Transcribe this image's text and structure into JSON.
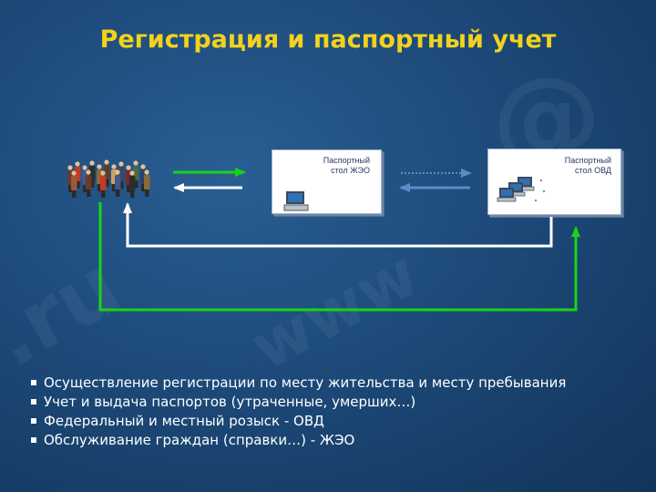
{
  "slide": {
    "title": "Регистрация и паспортный учет",
    "zhek_box": {
      "label_line1": "Паспортный",
      "label_line2": "стол ЖЭО"
    },
    "ovd_box": {
      "label_line1": "Паспортный",
      "label_line2": "стол ОВД"
    },
    "bullets": [
      "Осуществление регистрации по месту жительства и месту пребывания",
      "Учет и выдача паспортов (утраченные, умерших…)",
      "Федеральный и местный розыск - ОВД",
      "Обслуживание граждан (справки…) - ЖЭО"
    ]
  },
  "colors": {
    "title": "#f3d21c",
    "green_arrow": "#17d417",
    "white_arrow": "#ffffff",
    "blue_arrow": "#5e8bc7",
    "background": "#1d4a7a"
  },
  "icons": [
    "people-group-icon",
    "computer-icon",
    "computer-network-icon"
  ]
}
